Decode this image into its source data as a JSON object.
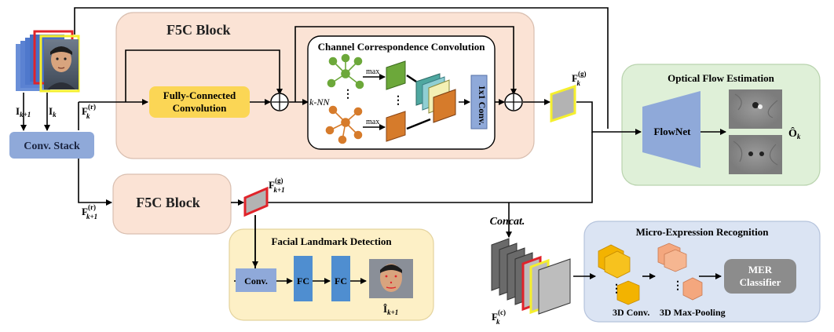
{
  "inputs": {
    "frame_next_label": "I",
    "frame_next_sub": "k+1",
    "frame_cur_label": "I",
    "frame_cur_sub": "k"
  },
  "conv_stack": {
    "label": "Conv. Stack"
  },
  "f5c_top": {
    "title": "F5C Block",
    "fc_conv_line1": "Fully-Connected",
    "fc_conv_line2": "Convolution",
    "ccc_title": "Channel Correspondence Convolution",
    "knn_label": "k-NN",
    "max_label_top": "max",
    "max_label_bottom": "max",
    "conv1x1_label": "1x1 Conv.",
    "vdots": "⋮"
  },
  "f5c_bottom": {
    "title": "F5C Block"
  },
  "features": {
    "fr_k_base": "F",
    "fr_k_sub": "k",
    "fr_k_sup": "(r)",
    "fr_k1_base": "F",
    "fr_k1_sub": "k+1",
    "fr_k1_sup": "(r)",
    "fg_k_base": "F",
    "fg_k_sub": "k",
    "fg_k_sup": "(g)",
    "fg_k1_base": "F",
    "fg_k1_sub": "k+1",
    "fg_k1_sup": "(g)",
    "fc_k_base": "F",
    "fc_k_sub": "k",
    "fc_k_sup": "(c)"
  },
  "optical_flow": {
    "title": "Optical Flow Estimation",
    "flownet_label": "FlowNet",
    "output_base": "Ô",
    "output_sub": "k"
  },
  "landmark": {
    "title": "Facial Landmark Detection",
    "conv_label": "Conv.",
    "fc1_label": "FC",
    "fc2_label": "FC",
    "output_base": "Î",
    "output_sub": "k+1"
  },
  "concat_label": "Concat.",
  "mer": {
    "title": "Micro-Expression Recognition",
    "conv3d_label": "3D Conv.",
    "maxpool3d_label": "3D Max-Pooling",
    "classifier_line1": "MER",
    "classifier_line2": "Classifier"
  },
  "colors": {
    "f5c_bg": "#fbe3d5",
    "flow_bg": "#dff0d8",
    "landmark_bg": "#fdf0c6",
    "mer_bg": "#dbe4f3",
    "conv_blue": "#8fa9d9",
    "fc_blue": "#4f8ed0",
    "fc_conv_yellow": "#fbd655",
    "green_node": "#6ca83a",
    "orange_node": "#d67b2b",
    "feature_yellow": "#f5ef2e",
    "feature_red": "#e0232a"
  }
}
